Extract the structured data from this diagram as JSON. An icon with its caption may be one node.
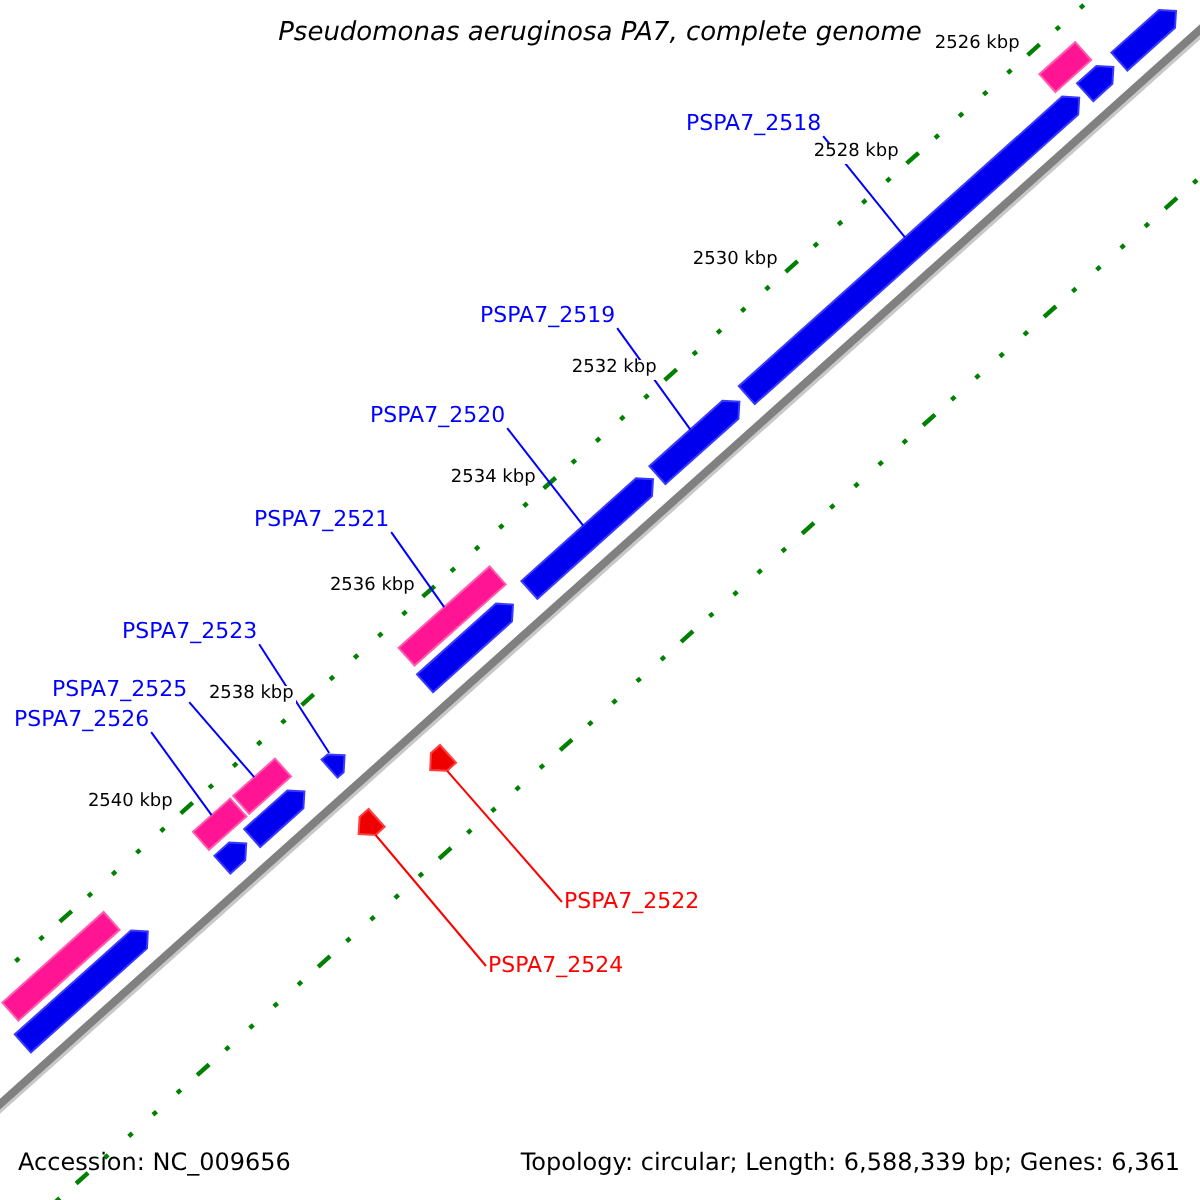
{
  "diagram": {
    "title": "Pseudomonas aeruginosa PA7, complete genome",
    "nodes": [
      {
        "text": [
          "PSPA7_2518"
        ]
      },
      {
        "text": [
          "PSPA7_2519"
        ]
      },
      {
        "text": [
          "PSPA7_2520"
        ]
      },
      {
        "text": [
          "PSPA7_2521"
        ]
      },
      {
        "text": [
          "PSPA7_2523"
        ]
      },
      {
        "text": [
          "PSPA7_2525"
        ]
      },
      {
        "text": [
          "PSPA7_2526"
        ]
      },
      {
        "text": [
          "PSPA7_2522"
        ]
      },
      {
        "text": [
          "PSPA7_2524"
        ]
      },
      {
        "text": [],
        "shape": "bar"
      },
      {
        "text": [],
        "shape": "bar"
      },
      {
        "text": [],
        "shape": "bar"
      },
      {
        "text": [],
        "shape": "bar"
      },
      {
        "text": [],
        "shape": "bar"
      },
      {
        "text": [],
        "shape": "bar"
      },
      {
        "text": [],
        "shape": "bar"
      },
      {
        "text": [],
        "shape": "bar"
      },
      {
        "text": [],
        "shape": "bar"
      },
      {
        "text": [],
        "shape": "bar"
      },
      {
        "text": [],
        "shape": "bar"
      },
      {
        "text": [],
        "shape": "bar"
      },
      {
        "text": [],
        "shape": "bar"
      },
      {
        "text": [],
        "shape": "bar"
      },
      {
        "text": [],
        "shape": "bar"
      },
      {
        "text": [],
        "shape": "bar"
      },
      {
        "text": [],
        "shape": "bar"
      }
    ],
    "edges": [
      {
        "from": 0,
        "to": 22,
        "arrow": "none"
      },
      {
        "from": 1,
        "to": 21,
        "arrow": "none"
      },
      {
        "from": 2,
        "to": 20,
        "arrow": "none"
      },
      {
        "from": 3,
        "to": 18,
        "arrow": "none"
      },
      {
        "from": 4,
        "to": 15,
        "arrow": "none"
      },
      {
        "from": 5,
        "to": 13,
        "arrow": "none"
      },
      {
        "from": 6,
        "to": 11,
        "arrow": "none"
      },
      {
        "from": 7,
        "to": 17,
        "arrow": "none",
        "color": "#ff0000"
      },
      {
        "from": 8,
        "to": 16,
        "arrow": "none",
        "color": "#ff0000"
      }
    ],
    "labels": [
      "2526 kbp",
      "2528 kbp",
      "2530 kbp",
      "2532 kbp",
      "2534 kbp",
      "2536 kbp",
      "2538 kbp",
      "2540 kbp",
      "Accession: NC_009656",
      "Topology: circular; Length: 6,588,339 bp; Genes: 6,361"
    ]
  }
}
